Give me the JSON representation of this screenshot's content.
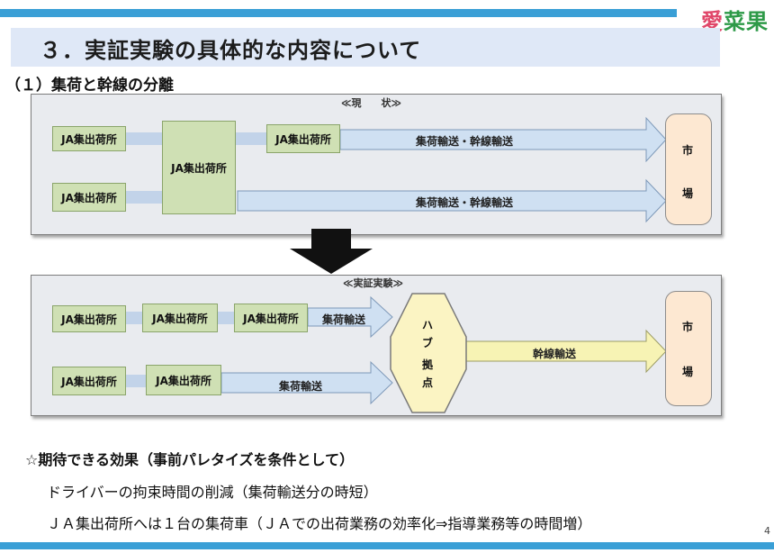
{
  "logo": {
    "part1": "愛",
    "part2": "菜果"
  },
  "title": "３．実証実験の具体的な内容について",
  "subtitle": "（１）集荷と幹線の分離",
  "current": {
    "caption": "≪現　　状≫",
    "ja_label": "JA集出荷所",
    "route_label": "集荷輸送・幹線輸送",
    "market": [
      "市",
      "場"
    ]
  },
  "proposed": {
    "caption": "≪実証実験≫",
    "ja_label": "JA集出荷所",
    "collect_label": "集荷輸送",
    "trunk_label": "幹線輸送",
    "hub": [
      "ハ",
      "ブ",
      "拠",
      "点"
    ],
    "market": [
      "市",
      "場"
    ]
  },
  "effects": {
    "heading": "☆期待できる効果（事前パレタイズを条件として）",
    "item1": "ドライバーの拘束時間の削減（集荷輸送分の時短）",
    "item2": "ＪＡ集出荷所へは１台の集荷車（ＪＡでの出荷業務の効率化⇒指導業務等の時間増）"
  },
  "page_number": "4"
}
